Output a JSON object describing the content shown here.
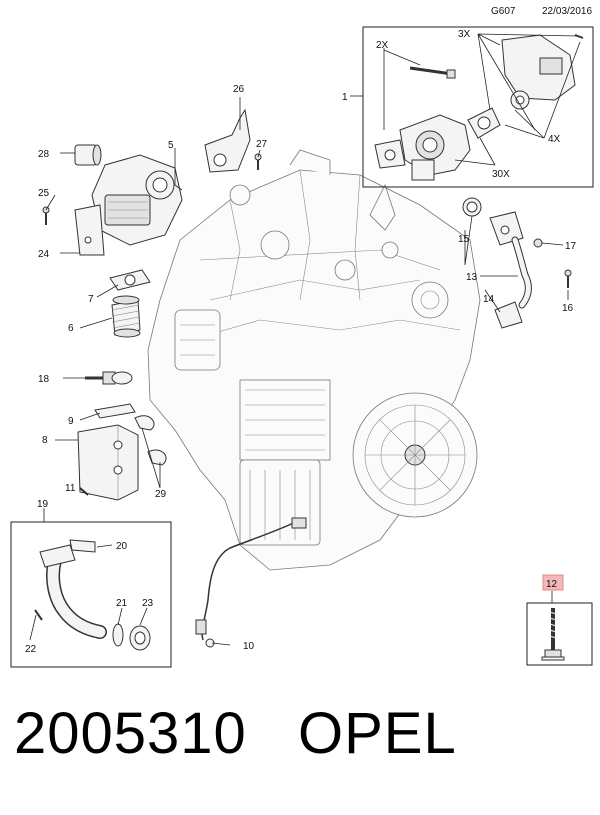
{
  "header": {
    "code": "G607",
    "date": "22/03/2016"
  },
  "callouts": {
    "c1": "1",
    "c2x": "2X",
    "c3x": "3X",
    "c4x": "4X",
    "c30x": "30X",
    "c5": "5",
    "c6": "6",
    "c7": "7",
    "c8": "8",
    "c9": "9",
    "c10": "10",
    "c11": "11",
    "c12": "12",
    "c13": "13",
    "c14": "14",
    "c15": "15",
    "c16": "16",
    "c17": "17",
    "c18": "18",
    "c19": "19",
    "c20": "20",
    "c21": "21",
    "c22": "22",
    "c23": "23",
    "c24": "24",
    "c25": "25",
    "c26": "26",
    "c27": "27",
    "c28": "28",
    "c29": "29"
  },
  "footer": {
    "part_number": "2005310",
    "brand": "OPEL"
  },
  "colors": {
    "highlight_box": "#f4b8b8",
    "highlight_border": "#d98a8a"
  }
}
